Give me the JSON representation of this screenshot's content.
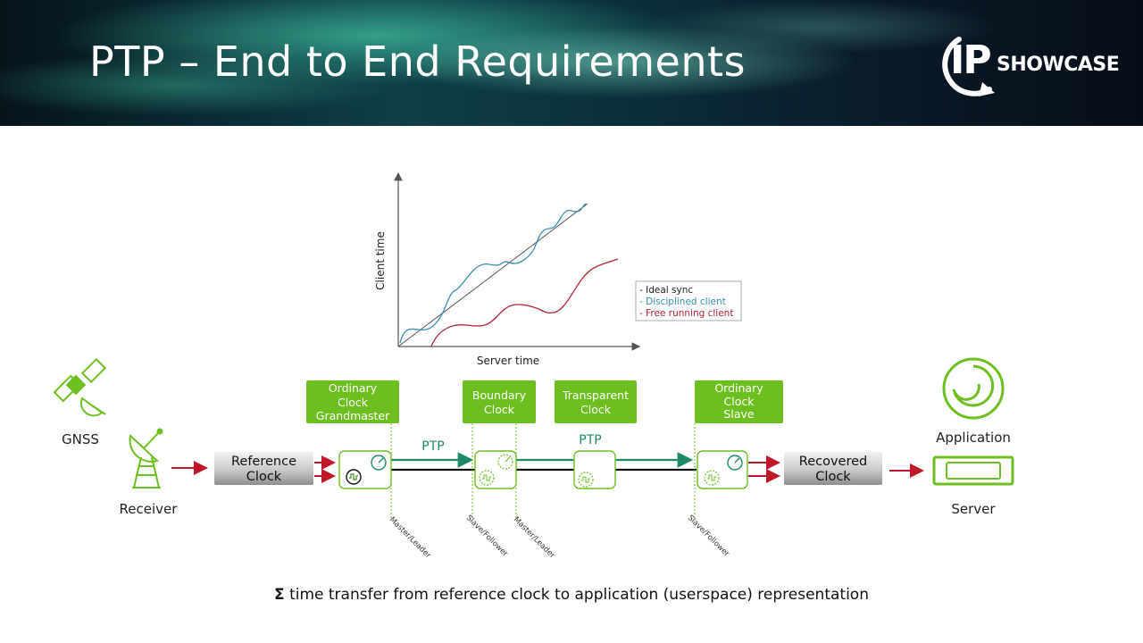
{
  "slide": {
    "title": "PTP – End to End Requirements",
    "caption_symbol": "Σ",
    "caption": "time transfer from reference clock to application (userspace) representation"
  },
  "logo": {
    "mark": "IP",
    "text": "SHOWCASE"
  },
  "chart": {
    "x_label": "Server time",
    "y_label": "Client time",
    "legend": [
      {
        "label": "- Ideal sync",
        "color": "#222222"
      },
      {
        "label": "- Disciplined client",
        "color": "#3a8fb0"
      },
      {
        "label": "- Free running client",
        "color": "#b0243a"
      }
    ]
  },
  "nodes": {
    "gnss": "GNSS",
    "receiver": "Receiver",
    "reference_clock": [
      "Reference",
      "Clock"
    ],
    "recovered_clock": [
      "Recovered",
      "Clock"
    ],
    "application": "Application",
    "server": "Server"
  },
  "clock_labels": {
    "grandmaster": [
      "Ordinary",
      "Clock",
      "Grandmaster"
    ],
    "boundary": [
      "Boundary",
      "Clock"
    ],
    "transparent": [
      "Transparent",
      "Clock"
    ],
    "slave": [
      "Ordinary",
      "Clock",
      "Slave"
    ]
  },
  "links": {
    "ptp_1": "PTP",
    "ptp_2": "PTP"
  },
  "port_roles": {
    "gm": "Master/Leader",
    "bc_slave": "Slave/Follower",
    "bc_master": "Master/Leader",
    "oc_slave": "Slave/Follower"
  },
  "colors": {
    "green": "#6cbf1f",
    "green_dark": "#3d8a1a",
    "teal_link": "#1f8a6a",
    "red_arrow": "#c0182a"
  }
}
